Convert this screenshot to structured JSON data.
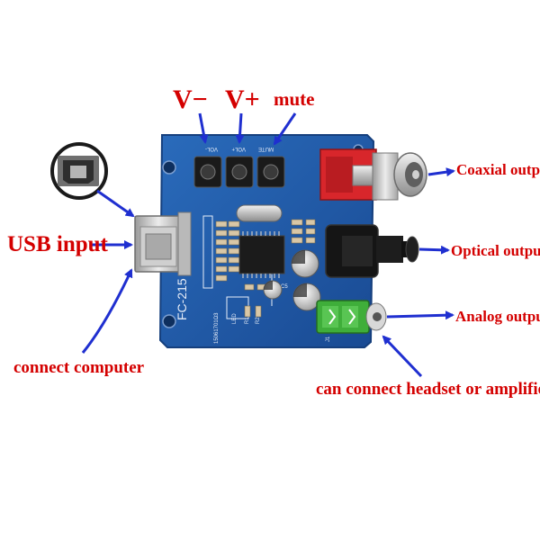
{
  "labels": {
    "v_minus": "V−",
    "v_plus": "V+",
    "mute": "mute",
    "usb_input": "USB input",
    "connect_computer": "connect computer",
    "coaxial_output": "Coaxial output",
    "optical_output": "Optical output",
    "analog_output": "Analog output",
    "headset": "can connect headset or amplifier"
  },
  "board": {
    "model": "FC-215",
    "silk_vol_minus": "VOL-",
    "silk_vol_plus": "VOL+",
    "silk_mute": "MUTE",
    "silk_led": "LED",
    "silk_date": "15061701Ω3",
    "silk_c5": "C5",
    "silk_j1": "J1",
    "silk_r1": "R1",
    "silk_r2": "R2"
  },
  "colors": {
    "label_red": "#d40000",
    "arrow_blue": "#1f2fd0",
    "pcb_blue": "#1f5aa6",
    "pcb_edge": "#153f7d",
    "silk": "#e8eef8",
    "rca_red": "#d8262b",
    "jack_green": "#3fae3a"
  }
}
